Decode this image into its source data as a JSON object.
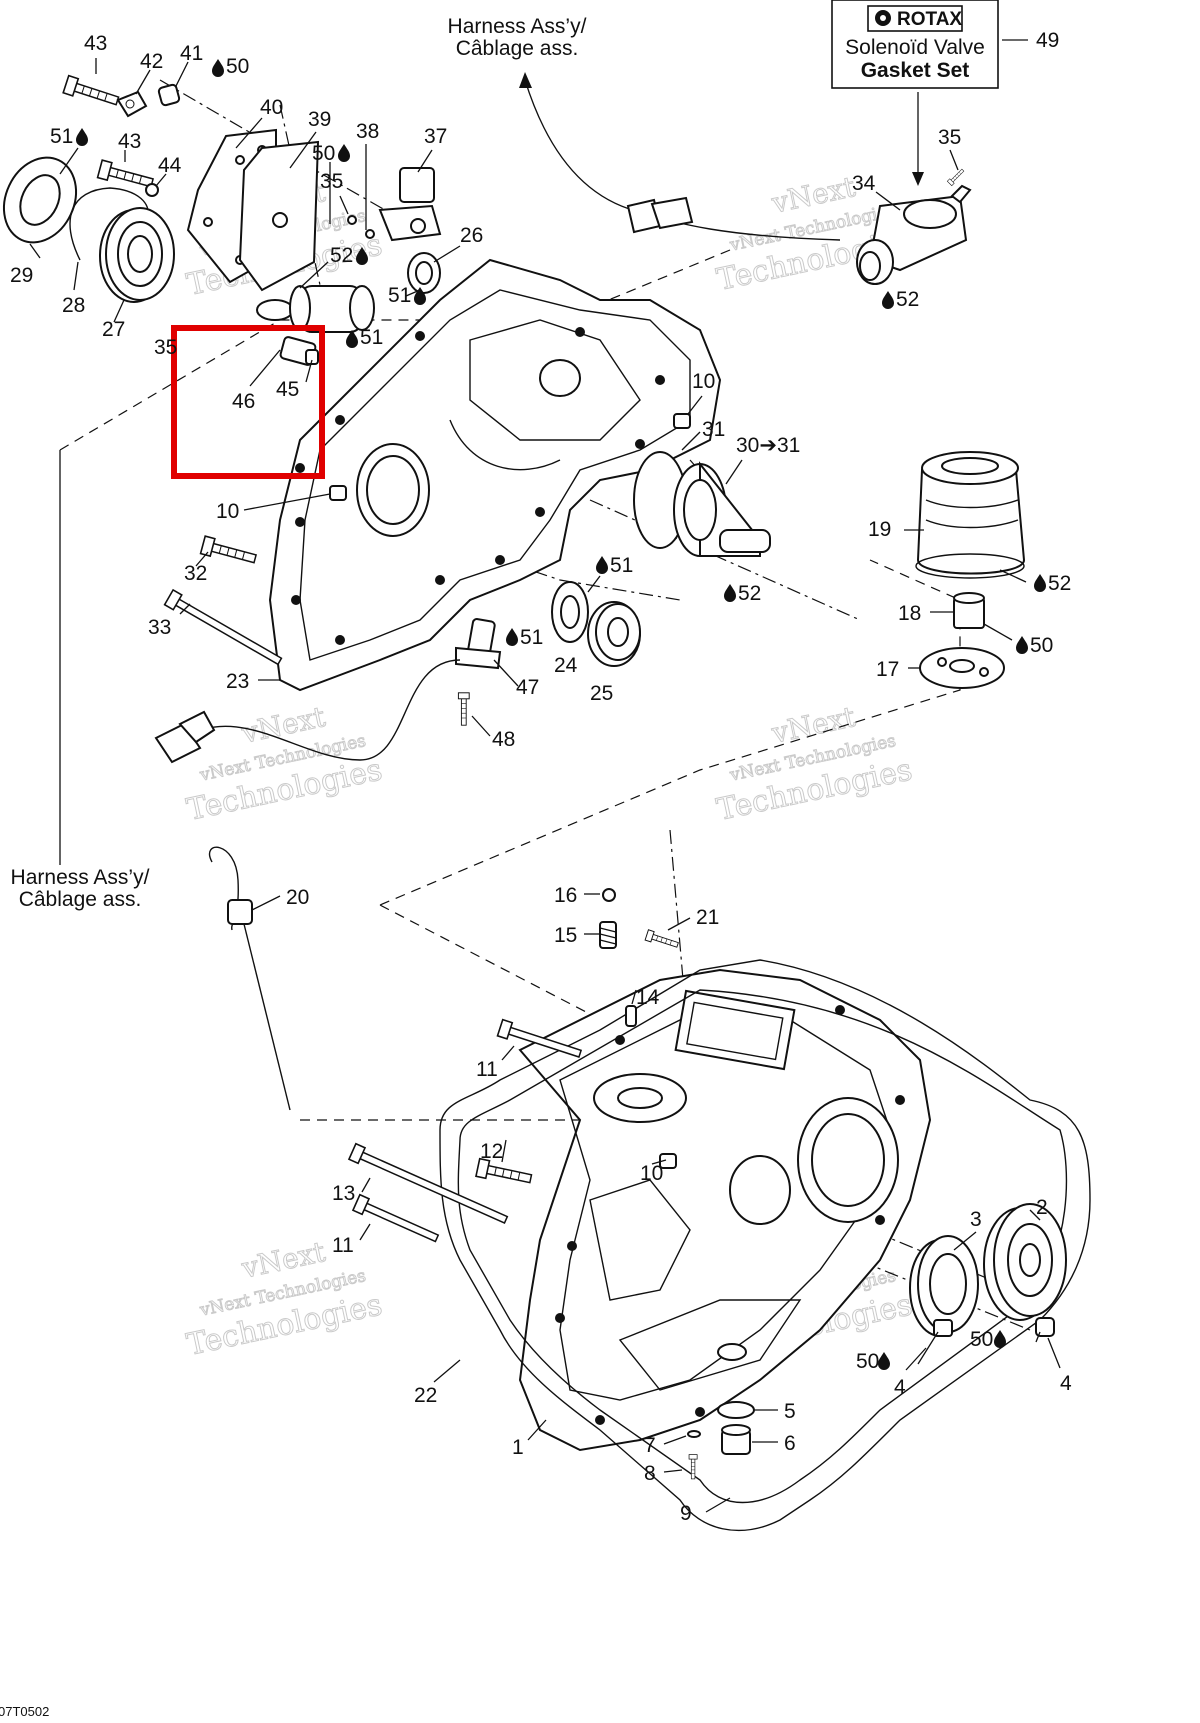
{
  "diagram": {
    "rotax_box": {
      "brand": "ROTAX",
      "line1": "Solenoïd Valve",
      "line2": "Gasket Set",
      "callout": "49"
    },
    "harness_top": {
      "line1": "Harness Ass’y/",
      "line2": "Câblage ass."
    },
    "harness_left": {
      "line1": "Harness Ass’y/",
      "line2": "Câblage ass."
    },
    "watermark": {
      "line1": "vNext",
      "line2": "vNext Technologies",
      "line3": "Technologies"
    },
    "reference": "07T0502",
    "highlight_color": "#e00000",
    "callouts": {
      "c43a": "43",
      "c42": "42",
      "c41": "41",
      "c50a": "50",
      "c51a": "51",
      "c43b": "43",
      "c44": "44",
      "c40": "40",
      "c39": "39",
      "c38": "38",
      "c37": "37",
      "c50b": "50",
      "c35a": "35",
      "c52a": "52",
      "c26": "26",
      "c51b": "51",
      "c29": "29",
      "c28": "28",
      "c27": "27",
      "c35b": "35",
      "c51c": "51",
      "c46": "46",
      "c45": "45",
      "c35c": "35",
      "c34": "34",
      "c52b": "52",
      "c10a": "10",
      "c31": "31",
      "c3031": "30➔31",
      "c10b": "10",
      "c19": "19",
      "c52c": "52",
      "c18": "18",
      "c50c": "50",
      "c17": "17",
      "c32": "32",
      "c33": "33",
      "c23": "23",
      "c51d": "51",
      "c52d": "52",
      "c51e": "51",
      "c24": "24",
      "c25": "25",
      "c47": "47",
      "c48": "48",
      "c20": "20",
      "c16": "16",
      "c15": "15",
      "c21": "21",
      "c14": "14",
      "c11a": "11",
      "c12": "12",
      "c10c": "10",
      "c13": "13",
      "c11b": "11",
      "c3": "3",
      "c2": "2",
      "c50d": "50",
      "c4a": "4",
      "c50e": "50",
      "c4b": "4",
      "c22": "22",
      "c5": "5",
      "c6": "6",
      "c7": "7",
      "c8": "8",
      "c9": "9",
      "c1": "1"
    }
  }
}
